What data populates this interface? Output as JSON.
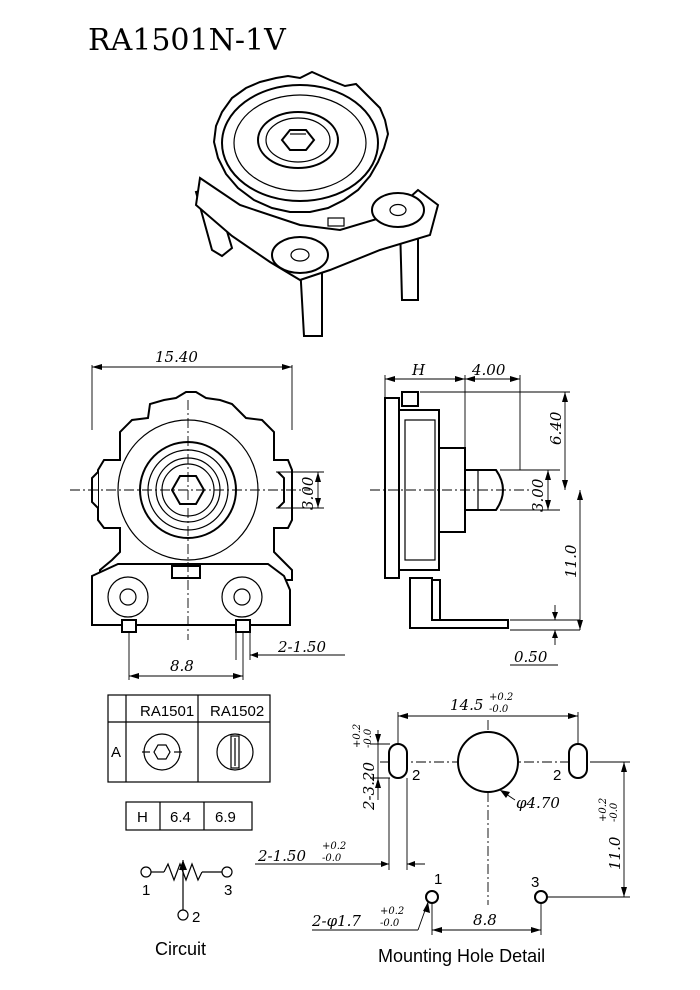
{
  "title": "RA1501N-1V",
  "front_view": {
    "width": "15.40",
    "shaft_dim": "3.00",
    "pin_spacing": "8.8",
    "pin_width": "2-1.50"
  },
  "side_view": {
    "h_label": "H",
    "offset": "4.00",
    "height_top": "6.40",
    "shaft_dim": "3.00",
    "height": "11.0",
    "thickness": "0.50"
  },
  "shaft_table": {
    "header_a": "RA1501",
    "header_b": "RA1502",
    "row_label": "A"
  },
  "h_table": {
    "label": "H",
    "value_a": "6.4",
    "value_b": "6.9"
  },
  "circuit": {
    "caption": "Circuit",
    "pin1": "1",
    "pin2": "2",
    "pin3": "3"
  },
  "mounting": {
    "caption": "Mounting Hole Detail",
    "width_main": "14.5",
    "width_tol": "+0.2",
    "width_tol_low": "-0.0",
    "slot_main": "2-3.20",
    "slot_tol": "+0.2",
    "slot_tol_low": "-0.0",
    "hole_dia": "φ4.70",
    "slot_w_main": "2-1.50",
    "slot_w_tol": "+0.2",
    "slot_w_tol_low": "-0.0",
    "height_main": "11.0",
    "height_tol": "+0.2",
    "height_tol_low": "-0.0",
    "pin_hole_main": "2-φ1.7",
    "pin_hole_tol": "+0.2",
    "pin_hole_tol_low": "-0.0",
    "pin_spacing": "8.8",
    "label_1": "1",
    "label_2a": "2",
    "label_2b": "2",
    "label_3": "3"
  }
}
